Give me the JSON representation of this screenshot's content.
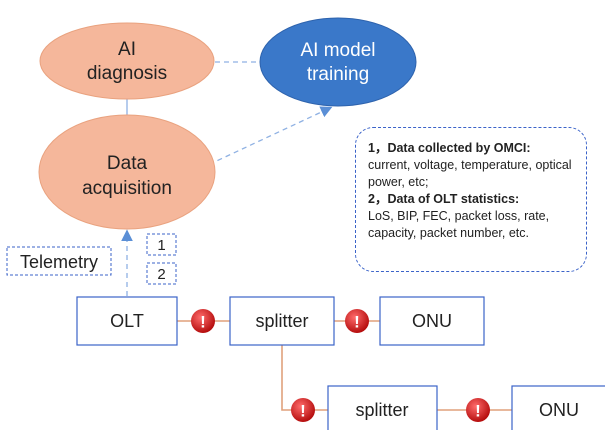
{
  "nodes": {
    "ai_diagnosis": [
      "AI",
      "diagnosis"
    ],
    "ai_model_training": [
      "AI model",
      "training"
    ],
    "data_acquisition": [
      "Data",
      "acquisition"
    ]
  },
  "telemetry": {
    "label": "Telemetry",
    "markers": [
      "1",
      "2"
    ]
  },
  "network": {
    "olt": "OLT",
    "splitter_1": "splitter",
    "onu_1": "ONU",
    "splitter_2": "splitter",
    "onu_2": "ONU",
    "alarm_symbol": "!"
  },
  "info": {
    "item_1_title": "1，Data collected by OMCI:",
    "item_1_body": "current, voltage, temperature, optical power, etc;",
    "item_2_title": "2，Data of OLT statistics:",
    "item_2_body": "LoS, BIP, FEC, packet loss, rate, capacity, packet number, etc."
  },
  "colors": {
    "orange_fill": "#f5b79b",
    "orange_stroke": "#e9a27f",
    "blue_fill": "#3a78c9",
    "box_stroke": "#3b63c9",
    "link_color": "#e0a17c",
    "alarm_red": "#d62020"
  }
}
